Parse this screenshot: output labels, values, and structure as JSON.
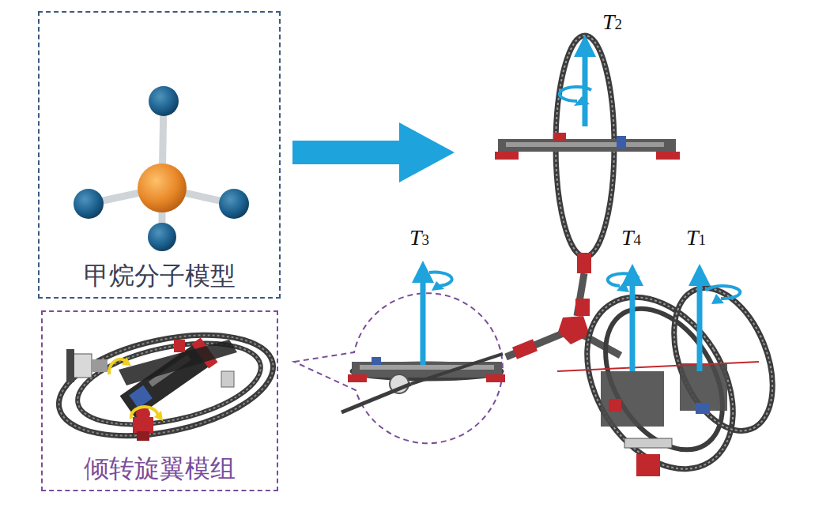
{
  "diagram": {
    "nodes": [
      {
        "text": [
          "甲烷分子模型"
        ]
      },
      {
        "text": [
          "倾转旋翼模组"
        ]
      }
    ],
    "labels": [
      "T2",
      "T3",
      "T4",
      "T1"
    ]
  }
}
